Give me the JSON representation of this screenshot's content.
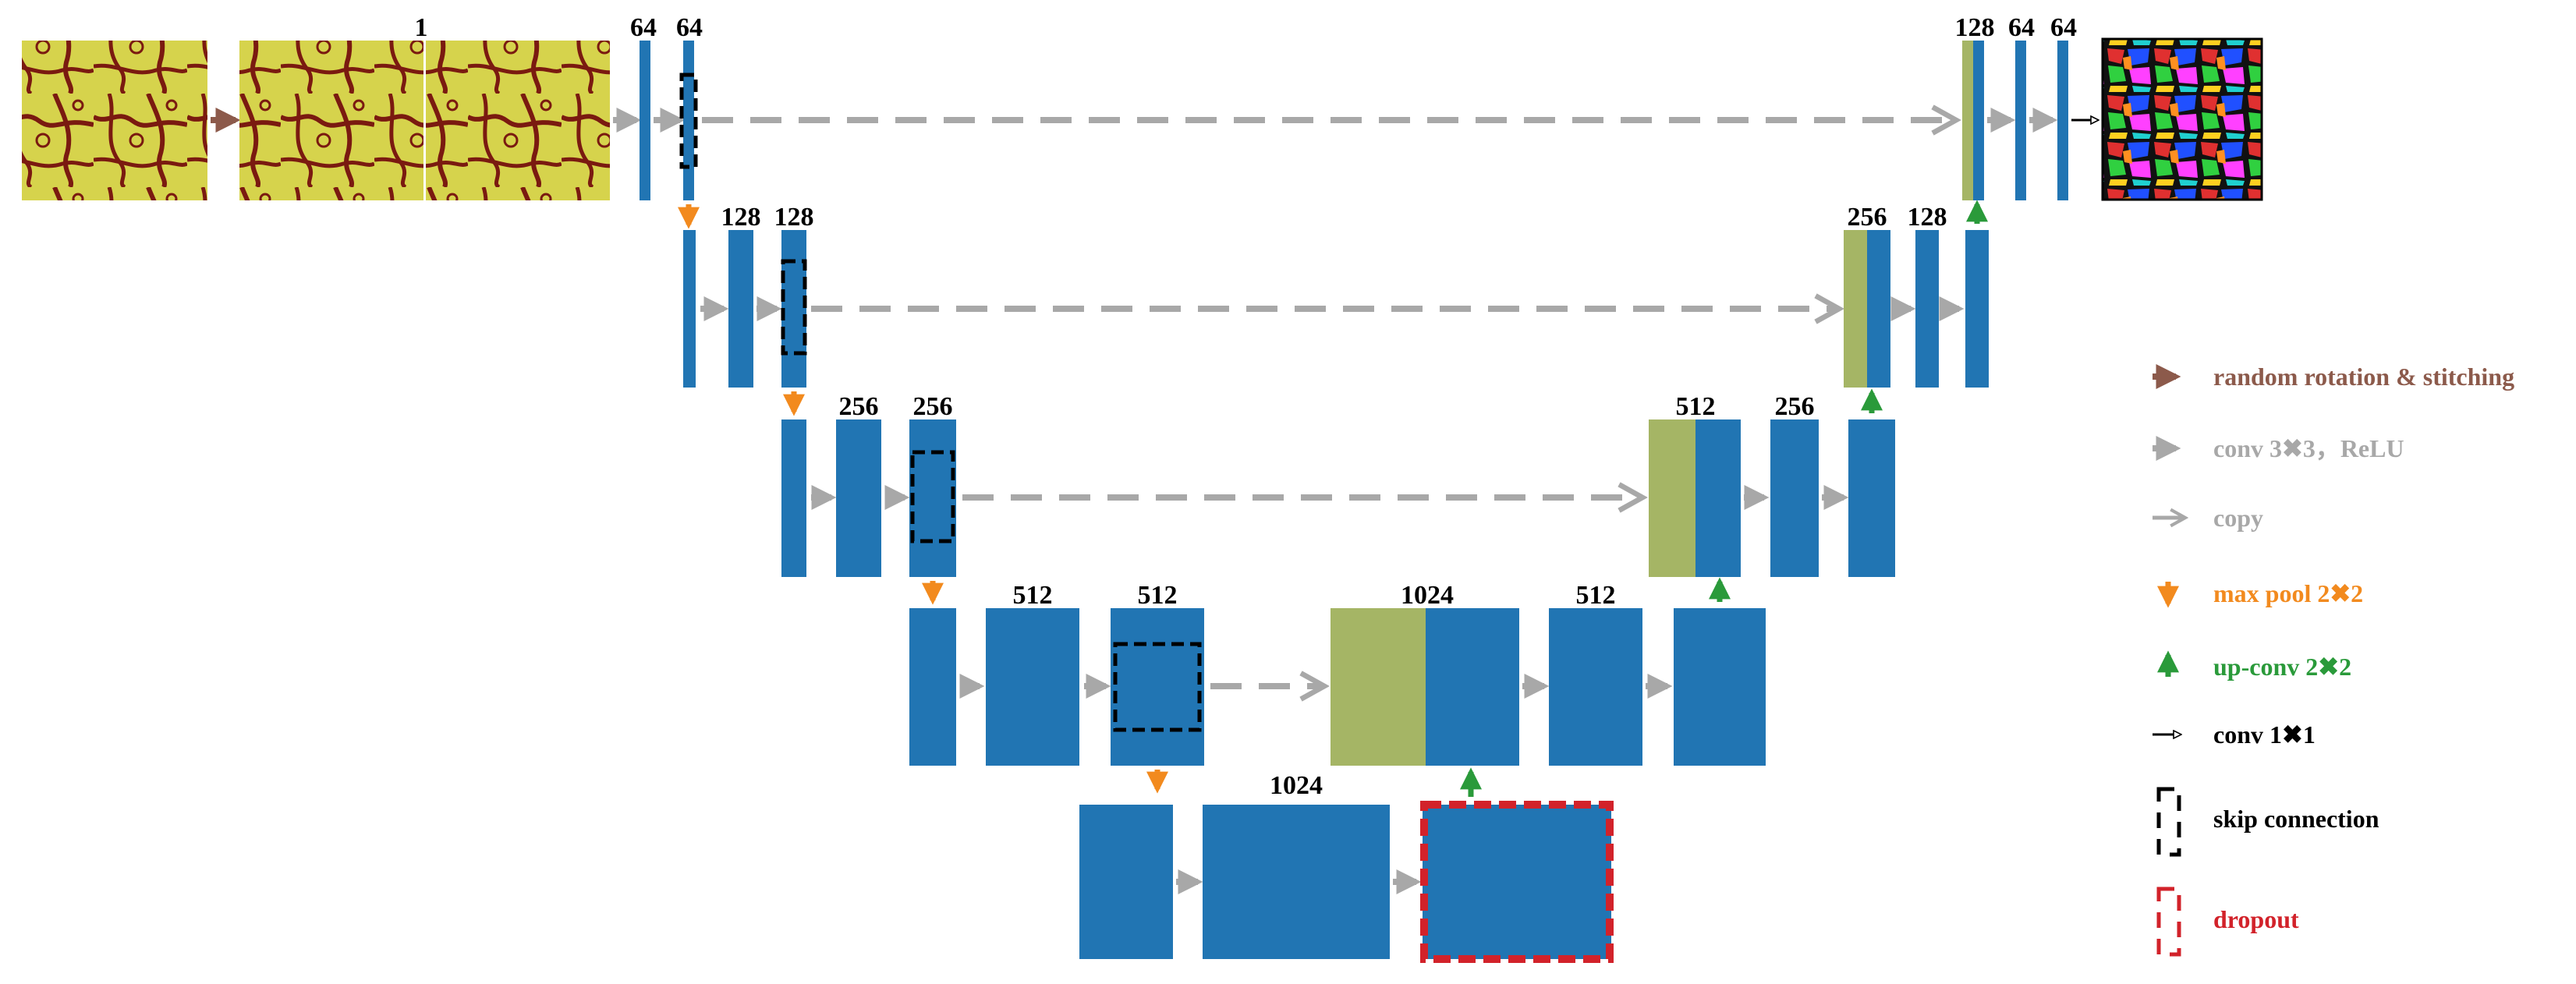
{
  "colors": {
    "block": "#2175b3",
    "copy_block": "#a5b565",
    "gray_arrow": "#a8a8a8",
    "orange": "#f28a1e",
    "green": "#2a9a3a",
    "brown": "#8c5a4b",
    "red": "#d2222a",
    "black": "#000000",
    "image_bg": "#d6d34c",
    "image_fg": "#7a1a10"
  },
  "labels": {
    "input_channels": "1",
    "l1a": "64",
    "l1b": "64",
    "l2a": "128",
    "l2b": "128",
    "l3a": "256",
    "l3b": "256",
    "l4a": "512",
    "l4b": "512",
    "bottom": "1024",
    "up4_concat": "1024",
    "up4_conv": "512",
    "up3_concat": "512",
    "up3_conv": "256",
    "up2_concat": "256",
    "up2_conv": "128",
    "up1_concat": "128",
    "up1_conv_a": "64",
    "up1_conv_b": "64"
  },
  "legend": {
    "rotation": "random rotation & stitching",
    "conv3": "conv 3✖3，ReLU",
    "copy": "copy",
    "maxpool": "max pool  2✖2",
    "upconv": "up-conv   2✖2",
    "conv1": "conv   1✖1",
    "skip": "skip connection",
    "dropout": "dropout"
  }
}
